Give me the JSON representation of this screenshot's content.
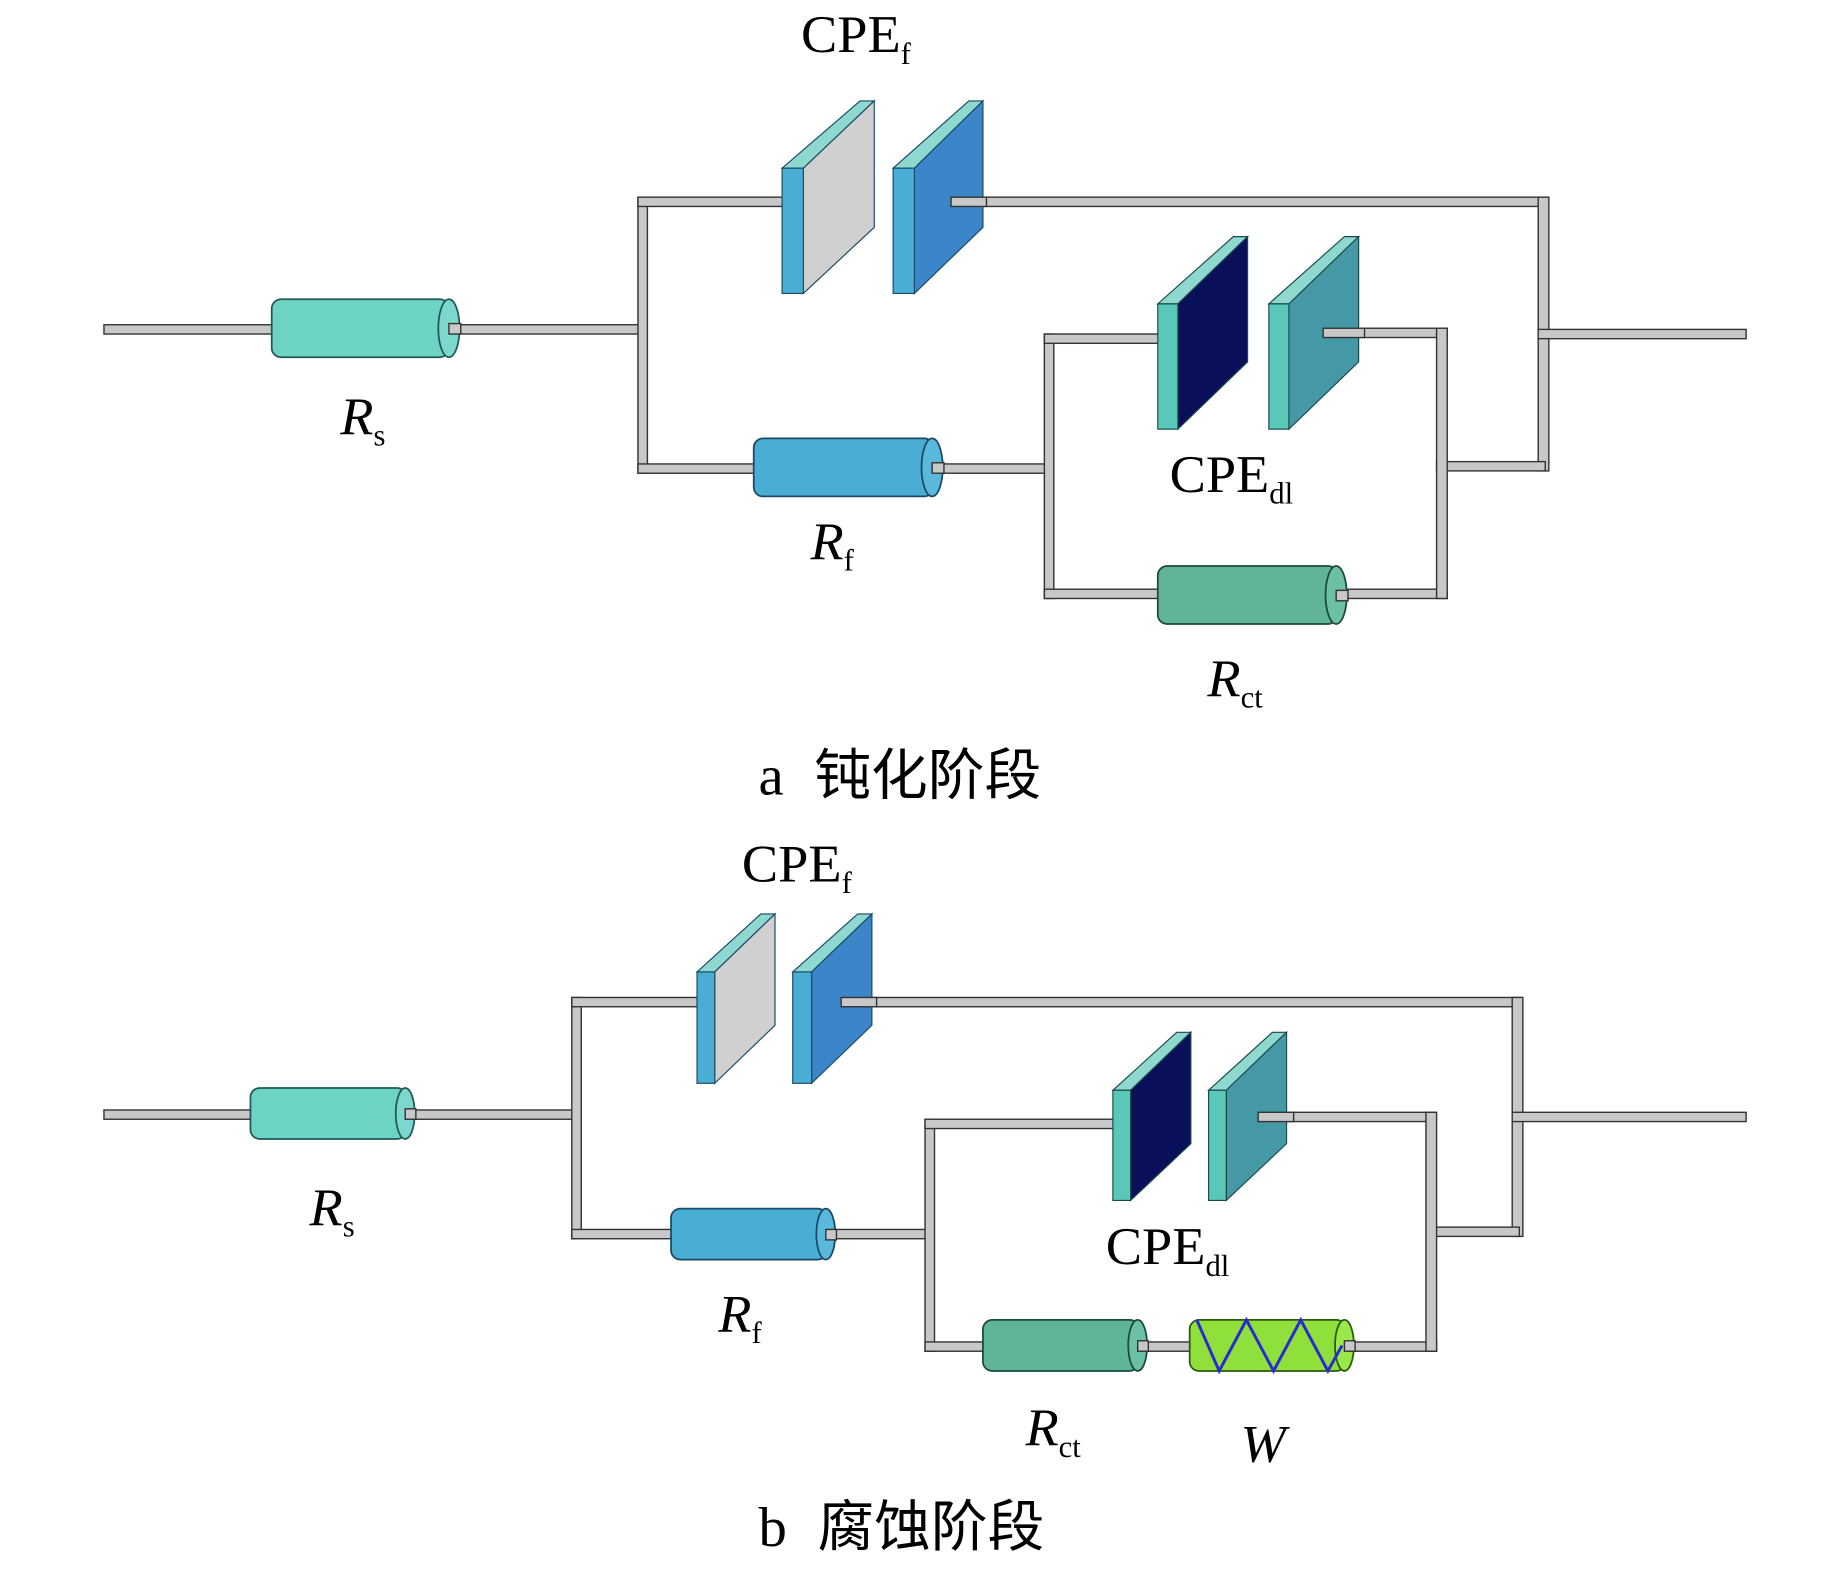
{
  "figure": {
    "panels": [
      {
        "id": "a",
        "caption_letter": "a",
        "caption_text": "钝化阶段",
        "labels": {
          "rs_main": "R",
          "rs_sub": "s",
          "cpef_main": "CPE",
          "cpef_sub": "f",
          "rf_main": "R",
          "rf_sub": "f",
          "cpedl_main": "CPE",
          "cpedl_sub": "dl",
          "rct_main": "R",
          "rct_sub": "ct"
        }
      },
      {
        "id": "b",
        "caption_letter": "b",
        "caption_text": "腐蚀阶段",
        "labels": {
          "rs_main": "R",
          "rs_sub": "s",
          "cpef_main": "CPE",
          "cpef_sub": "f",
          "rf_main": "R",
          "rf_sub": "f",
          "cpedl_main": "CPE",
          "cpedl_sub": "dl",
          "rct_main": "R",
          "rct_sub": "ct",
          "w_main": "W"
        }
      }
    ],
    "colors": {
      "wire": "#c8c8c8",
      "rs": "#6dd4c4",
      "rf": "#4aaed4",
      "rct": "#5fb49a",
      "w": "#8fe03a",
      "w_coil": "#2a2ad0",
      "cpef_plate1": "#d0d0d0",
      "cpef_plate2": "#3a86c8",
      "cpef_edge": "#4aaed4",
      "cpedl_plate1": "#0a0f5a",
      "cpedl_plate2": "#4599a6",
      "cpedl_edge": "#5ac8b8",
      "plate_top": "#8fd8cf"
    }
  }
}
